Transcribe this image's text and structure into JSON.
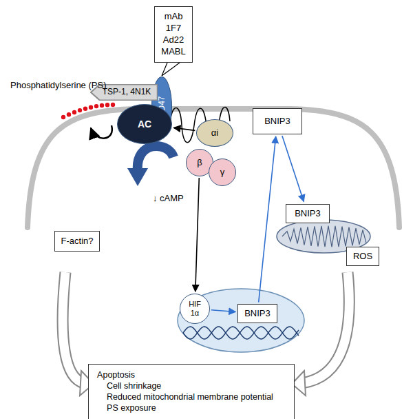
{
  "diagram": {
    "nodes": [
      {
        "text": [
          "mAb 1F7 Ad22 MABL"
        ]
      },
      {
        "text": [
          "CD47"
        ]
      },
      {
        "text": [
          "TSP-1, 4N1K"
        ]
      },
      {
        "text": [
          "AC"
        ]
      },
      {
        "text": [
          "αi"
        ]
      },
      {
        "text": [
          "β"
        ]
      },
      {
        "text": [
          "γ"
        ]
      },
      {
        "text": [
          "BNIP3"
        ]
      },
      {
        "text": [
          "BNIP3"
        ]
      },
      {
        "text": [
          "ROS"
        ]
      },
      {
        "text": [
          "F-actin?"
        ]
      },
      {
        "text": [
          "HIF 1α"
        ]
      },
      {
        "text": [
          "BNIP3"
        ]
      },
      {
        "text": [
          "Apoptosis",
          "Cell shrinkage",
          "Reduced mitochondrial membrane potential",
          "PS exposure"
        ]
      }
    ],
    "edges": [
      {
        "from": 0,
        "to": 1,
        "arrow": "none"
      },
      {
        "from": 4,
        "to": 3,
        "arrow": "to"
      },
      {
        "from": 5,
        "to": 11,
        "arrow": "to"
      },
      {
        "from": 11,
        "to": 12,
        "arrow": "to"
      },
      {
        "from": 12,
        "to": 7,
        "arrow": "to"
      },
      {
        "from": 7,
        "to": 8,
        "arrow": "to"
      }
    ],
    "labels": [
      "Phosphatidylserine (PS)",
      "↓ cAMP"
    ]
  }
}
